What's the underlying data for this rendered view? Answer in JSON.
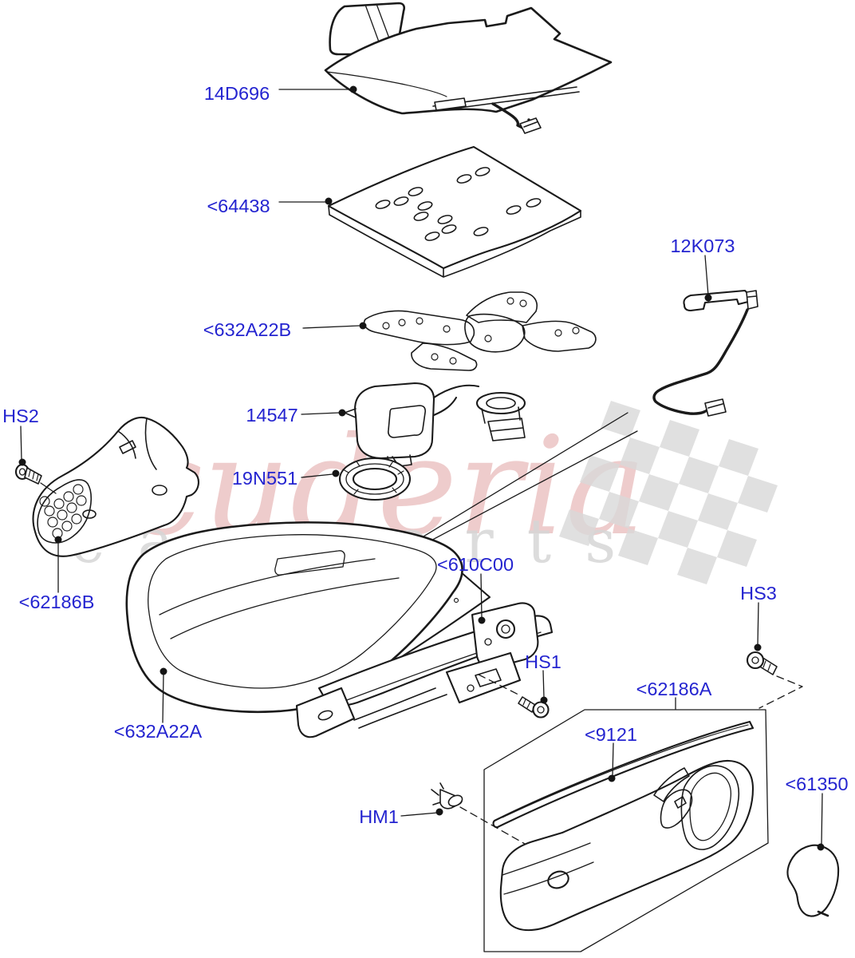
{
  "watermark": {
    "brand": "scuderia",
    "subtext": "car parts"
  },
  "colors": {
    "label": "#2424d0",
    "line": "#1a1a1a",
    "watermark_brand": "#dd9595",
    "watermark_sub": "#d6d6d6",
    "flag": "#d9d9d9"
  },
  "labels": {
    "14D696": "14D696",
    "64438": "<64438",
    "632A22B": "<632A22B",
    "12K073": "12K073",
    "14547": "14547",
    "19N551": "19N551",
    "HS2": "HS2",
    "62186B": "<62186B",
    "632A22A": "<632A22A",
    "610C00": "<610C00",
    "HS1": "HS1",
    "HS3": "HS3",
    "62186A": "<62186A",
    "9121": "<9121",
    "HM1": "HM1",
    "61350": "<61350"
  }
}
